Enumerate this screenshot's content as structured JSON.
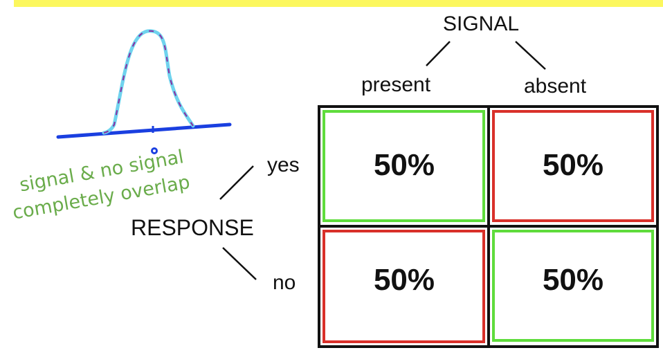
{
  "header": {
    "signal": "SIGNAL",
    "present": "present",
    "absent": "absent"
  },
  "response": {
    "label": "RESPONSE",
    "yes": "yes",
    "no": "no"
  },
  "matrix": {
    "cells": [
      {
        "row": "yes",
        "col": "present",
        "value": "50%",
        "border": "#5fdc3c"
      },
      {
        "row": "yes",
        "col": "absent",
        "value": "50%",
        "border": "#d9302a"
      },
      {
        "row": "no",
        "col": "present",
        "value": "50%",
        "border": "#d9302a"
      },
      {
        "row": "no",
        "col": "absent",
        "value": "50%",
        "border": "#5fdc3c"
      }
    ]
  },
  "annotation": {
    "line1": "signal & no signal",
    "line2": "completely overlap"
  },
  "colors": {
    "highlight": "#fcf75e",
    "axis": "#1a3fe0",
    "curve": "#6fd3ee",
    "dashed": "#8a2aa0",
    "handwriting": "#6aac4b"
  }
}
